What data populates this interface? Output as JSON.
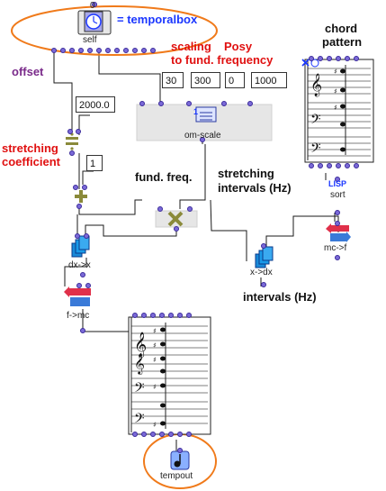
{
  "self_box": {
    "label": "self",
    "counter": "0"
  },
  "temporal_label": "= temporalbox",
  "scaling_label_line1": "scaling",
  "scaling_label_posy": "Posy",
  "scaling_label_line2": "to fund. frequency",
  "offset_label": "offset",
  "offset_value": "2000.0",
  "stretching_coef_line1": "stretching",
  "stretching_coef_line2": "coefficient",
  "coef_value": "1",
  "scale_values": [
    "30",
    "300",
    "0",
    "1000"
  ],
  "om_scale_label": "om-scale",
  "chord_label_line1": "chord",
  "chord_label_line2": "pattern",
  "lisp_label": "LISP",
  "sort_label": "sort",
  "mc_to_f_label": "mc->f",
  "fund_freq_label": "fund. freq.",
  "stretch_intervals_line1": "stretching",
  "stretch_intervals_line2": "intervals (Hz)",
  "dx_to_x_label": "dx->x",
  "x_to_dx_label": "x->dx",
  "intervals_label": "intervals (Hz)",
  "f_to_mc_label": "f->mc",
  "tempout_label": "tempout",
  "colors": {
    "red": "#e01010",
    "blue": "#1a36ff",
    "orange": "#f07a1a",
    "inlet": "#7b6ad8",
    "wire": "#1a1a1a"
  }
}
